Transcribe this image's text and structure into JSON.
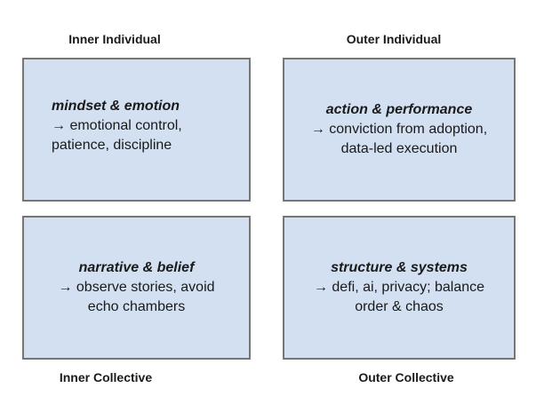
{
  "quadrants": [
    {
      "id": "inner-individual",
      "label": "Inner Individual",
      "title": "mindset & emotion",
      "body": "→ emotional control,\npatience, discipline"
    },
    {
      "id": "outer-individual",
      "label": "Outer Individual",
      "title": "action & performance",
      "body": "→ conviction from adoption,\ndata-led execution"
    },
    {
      "id": "inner-collective",
      "label": "Inner Collective",
      "title": "narrative & belief",
      "body": "→ observe stories, avoid\necho chambers"
    },
    {
      "id": "outer-collective",
      "label": "Outer Collective",
      "title": "structure & systems",
      "body": "→ defi, ai, privacy; balance\norder & chaos"
    }
  ],
  "colors": {
    "background": "#ffffff",
    "box_fill": "#d2e0f1",
    "box_border": "#767676",
    "text": "#1a1a1a"
  }
}
